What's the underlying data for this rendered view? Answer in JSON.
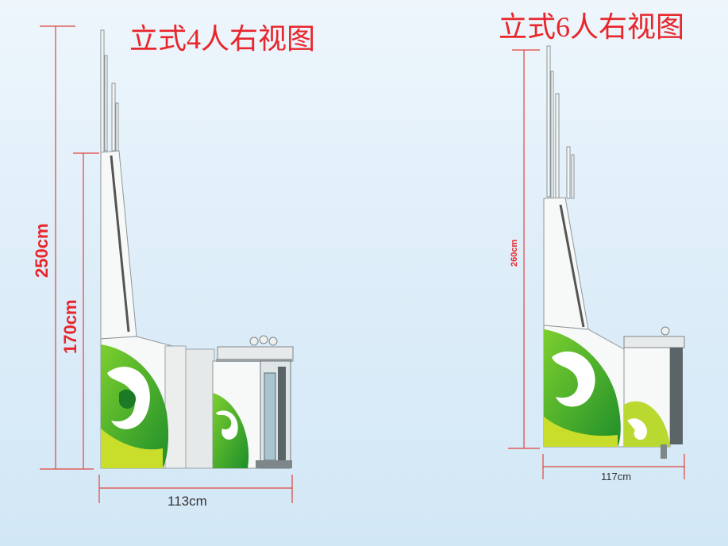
{
  "left_view": {
    "title": "立式4人右视图",
    "height_total": "250cm",
    "height_body": "170cm",
    "width": "113cm"
  },
  "right_view": {
    "title": "立式6人右视图",
    "height_total": "260cm",
    "width": "117cm"
  },
  "colors": {
    "title": "#e8262b",
    "dimension_line": "#e0443c",
    "accent_green": "#3fae2a",
    "accent_yellow": "#c9de2a"
  }
}
